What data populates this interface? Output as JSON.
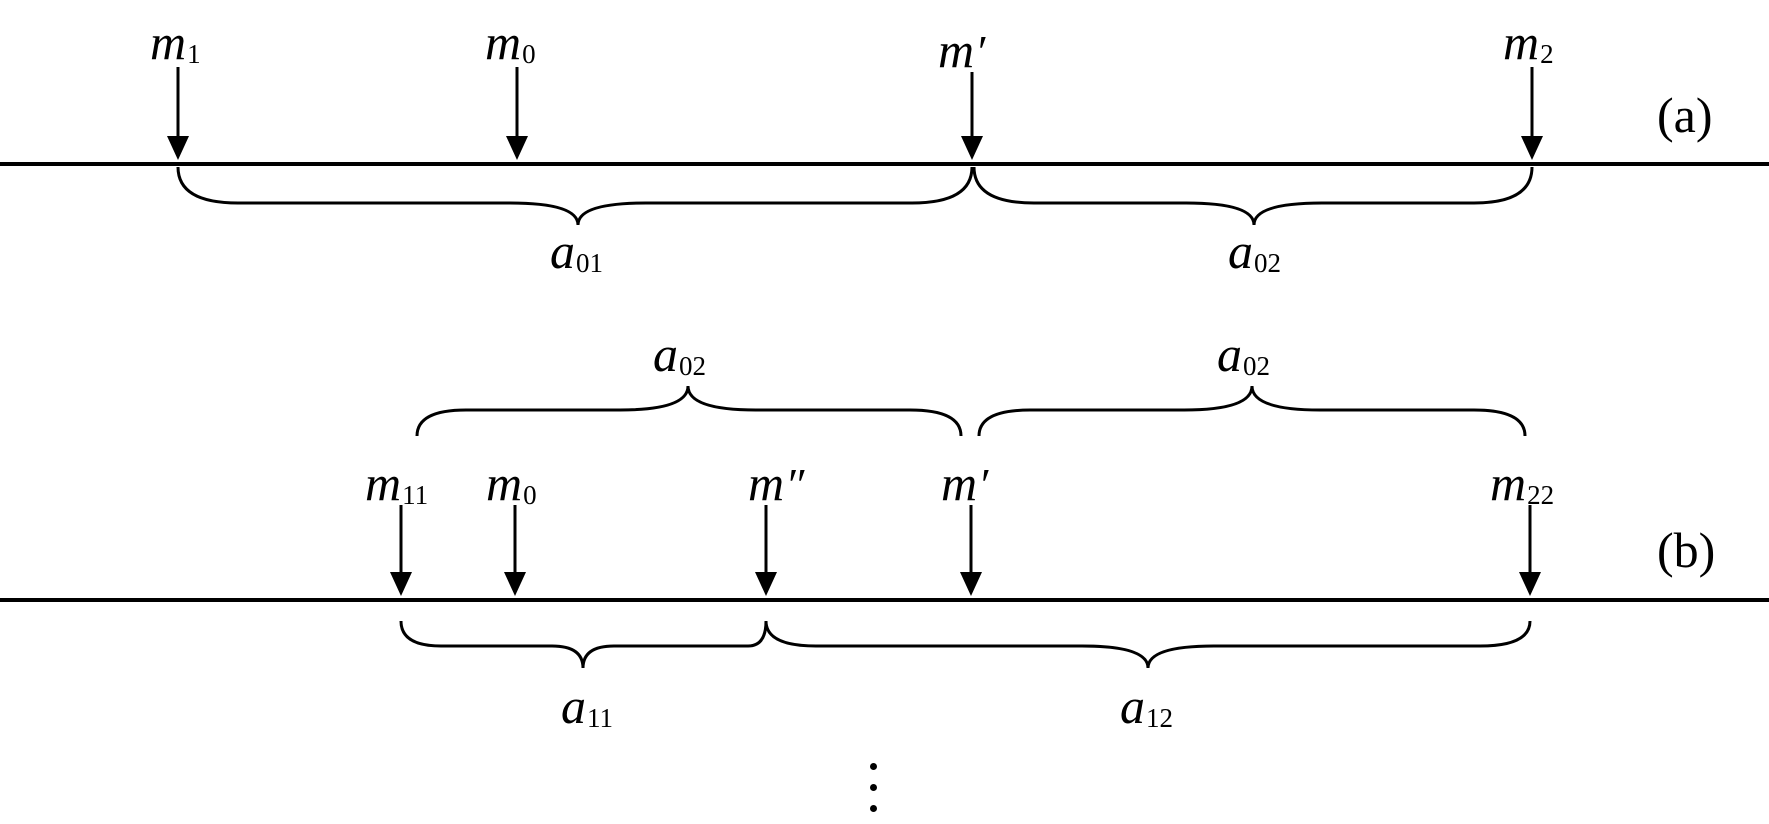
{
  "panels": {
    "a": {
      "label": "(a)",
      "markers": [
        {
          "id": "m1",
          "base": "m",
          "sub": "1",
          "prime": ""
        },
        {
          "id": "m0",
          "base": "m",
          "sub": "0",
          "prime": ""
        },
        {
          "id": "mp",
          "base": "m",
          "sub": "",
          "prime": "′"
        },
        {
          "id": "m2",
          "base": "m",
          "sub": "2",
          "prime": ""
        }
      ],
      "below_braces": [
        {
          "id": "a01",
          "base": "a",
          "sub": "01"
        },
        {
          "id": "a02",
          "base": "a",
          "sub": "02"
        }
      ]
    },
    "b": {
      "label": "(b)",
      "above_braces": [
        {
          "id": "a02-left",
          "base": "a",
          "sub": "02"
        },
        {
          "id": "a02-right",
          "base": "a",
          "sub": "02"
        }
      ],
      "markers": [
        {
          "id": "m11",
          "base": "m",
          "sub": "11",
          "prime": ""
        },
        {
          "id": "m0",
          "base": "m",
          "sub": "0",
          "prime": ""
        },
        {
          "id": "mpp",
          "base": "m",
          "sub": "",
          "prime": "″"
        },
        {
          "id": "mp",
          "base": "m",
          "sub": "",
          "prime": "′"
        },
        {
          "id": "m22",
          "base": "m",
          "sub": "22",
          "prime": ""
        }
      ],
      "below_braces": [
        {
          "id": "a11",
          "base": "a",
          "sub": "11"
        },
        {
          "id": "a12",
          "base": "a",
          "sub": "12"
        }
      ]
    }
  },
  "continuation": "⋮"
}
